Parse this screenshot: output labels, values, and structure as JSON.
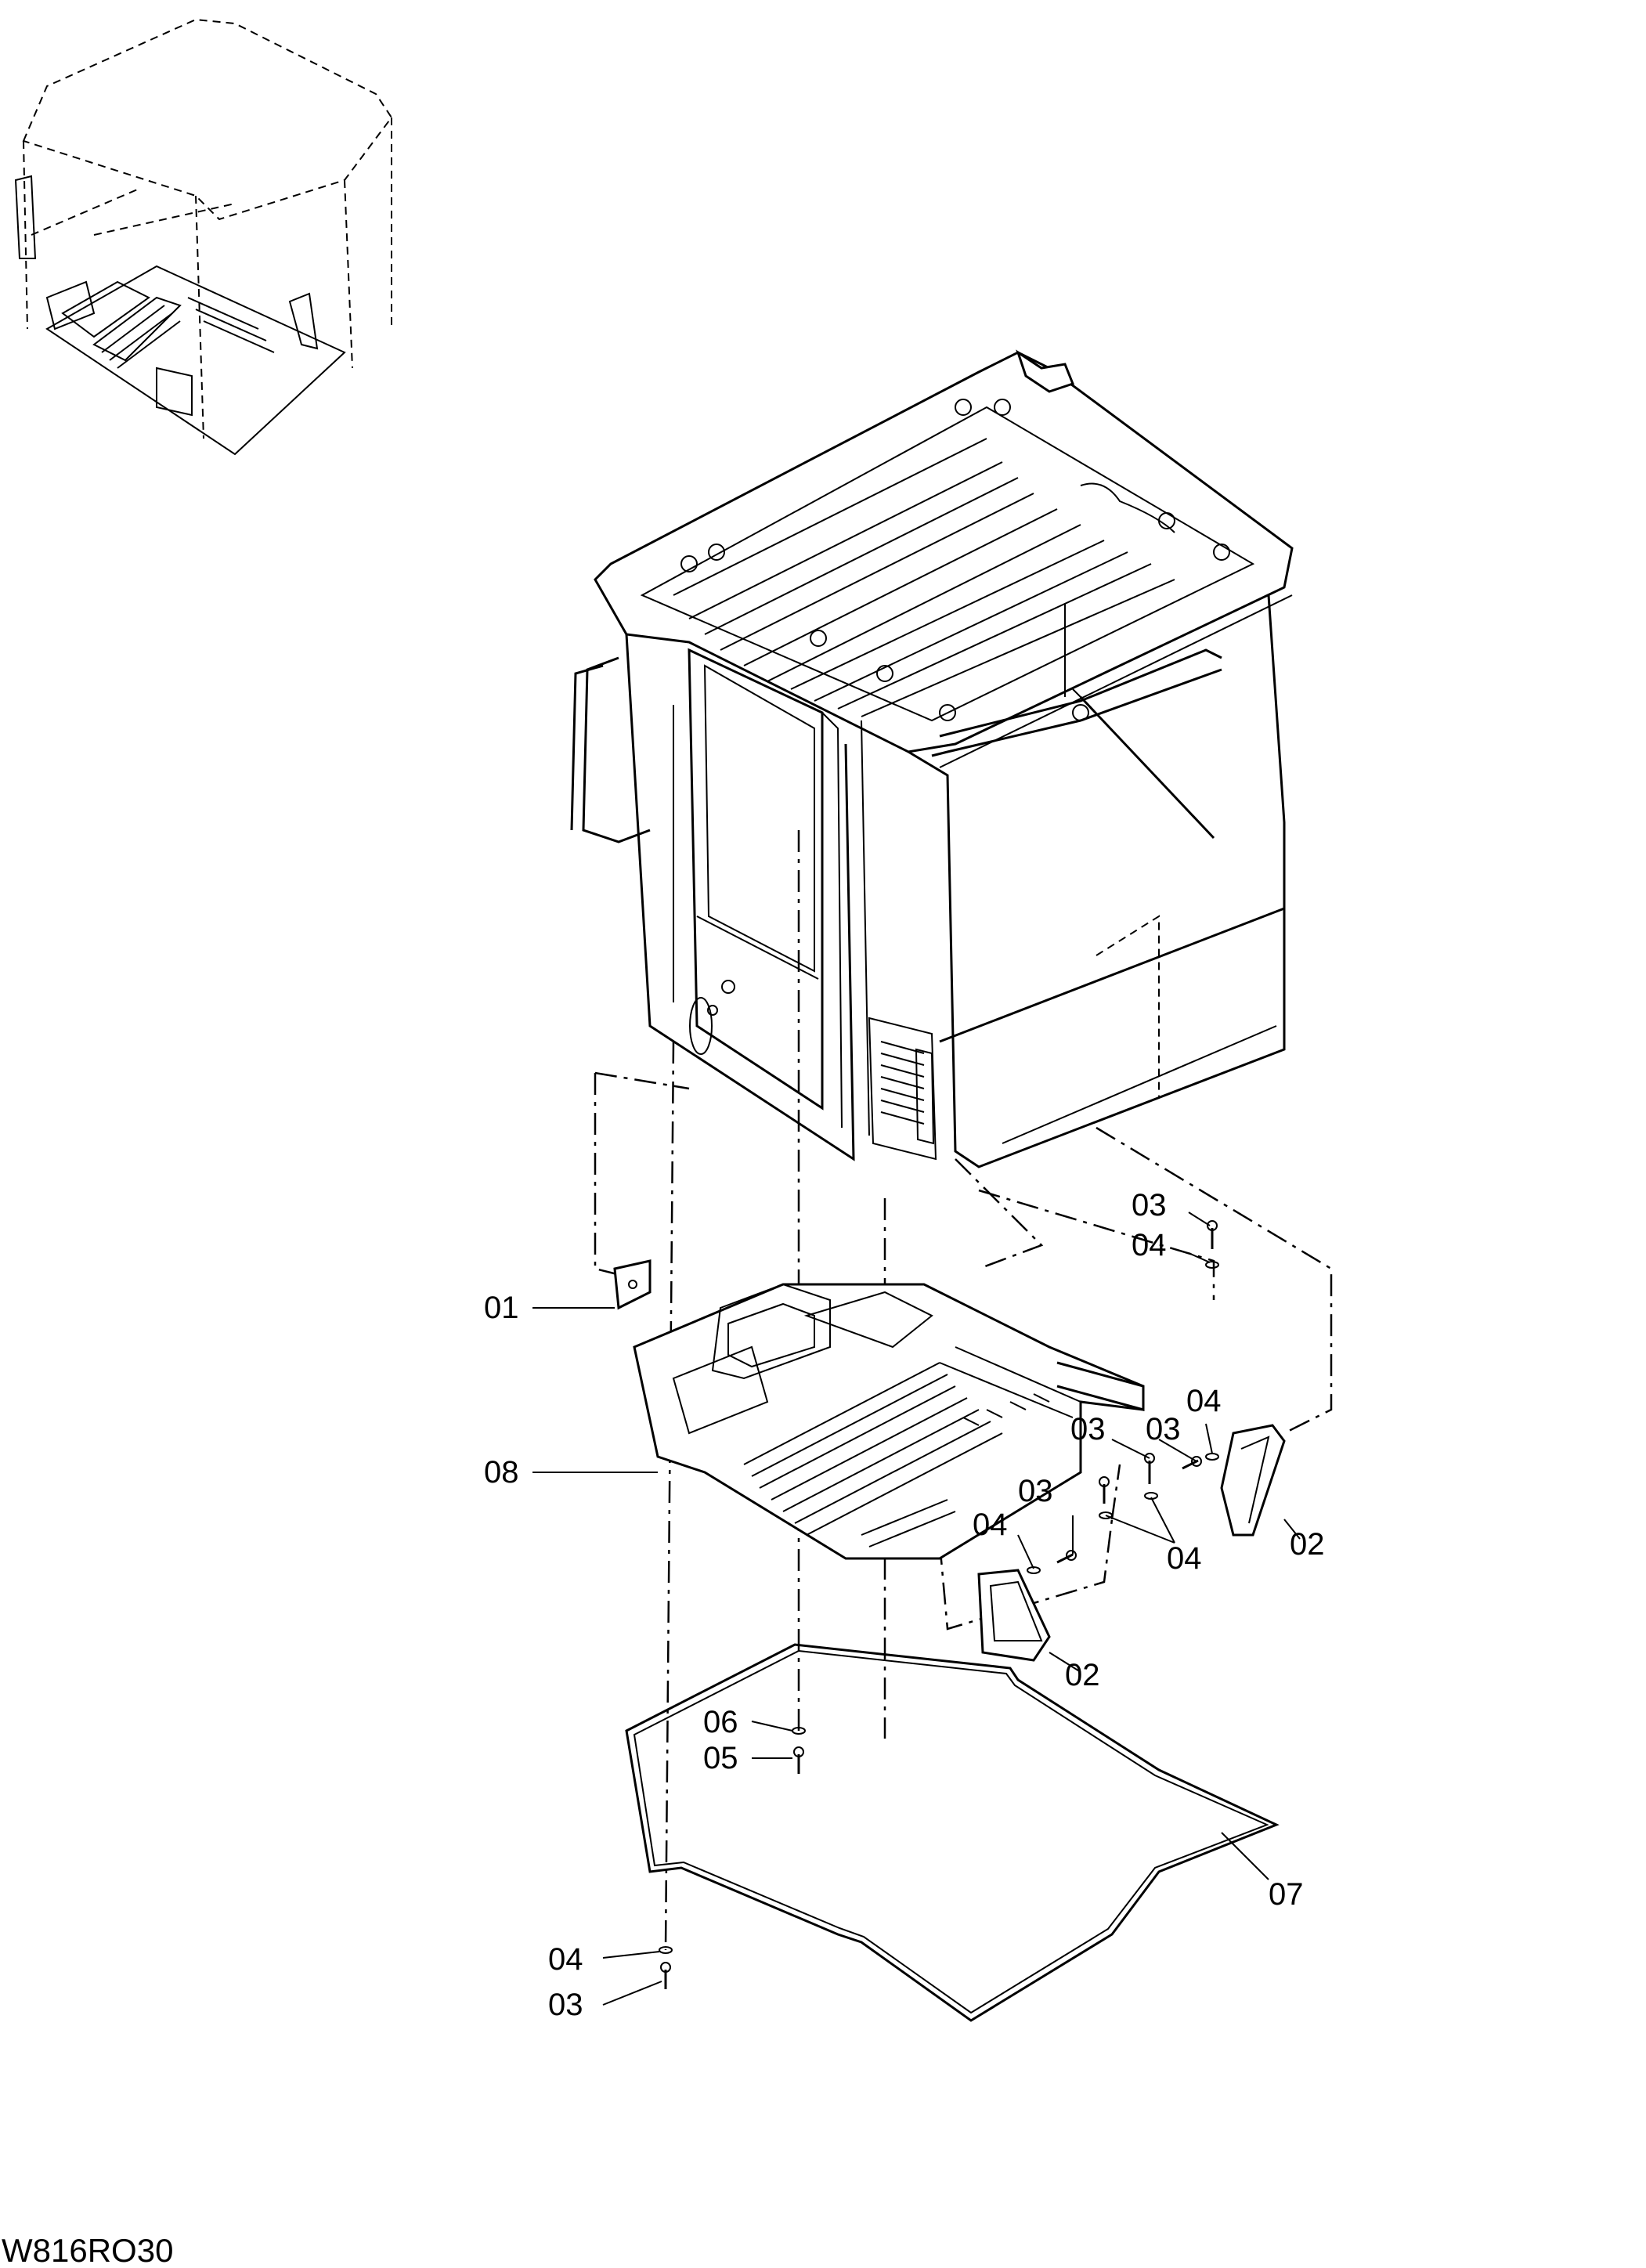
{
  "drawing": {
    "code": "W816RO30",
    "callouts": [
      {
        "id": "c01",
        "text": "01"
      },
      {
        "id": "c08",
        "text": "08"
      },
      {
        "id": "c03a",
        "text": "03"
      },
      {
        "id": "c04a",
        "text": "04"
      },
      {
        "id": "c04b",
        "text": "04"
      },
      {
        "id": "c03b",
        "text": "03"
      },
      {
        "id": "c03c",
        "text": "03"
      },
      {
        "id": "c02a",
        "text": "02"
      },
      {
        "id": "c04c",
        "text": "04"
      },
      {
        "id": "c03d",
        "text": "03"
      },
      {
        "id": "c04d",
        "text": "04"
      },
      {
        "id": "c02b",
        "text": "02"
      },
      {
        "id": "c06",
        "text": "06"
      },
      {
        "id": "c05",
        "text": "05"
      },
      {
        "id": "c07",
        "text": "07"
      },
      {
        "id": "c04e",
        "text": "04"
      },
      {
        "id": "c03e",
        "text": "03"
      }
    ]
  }
}
